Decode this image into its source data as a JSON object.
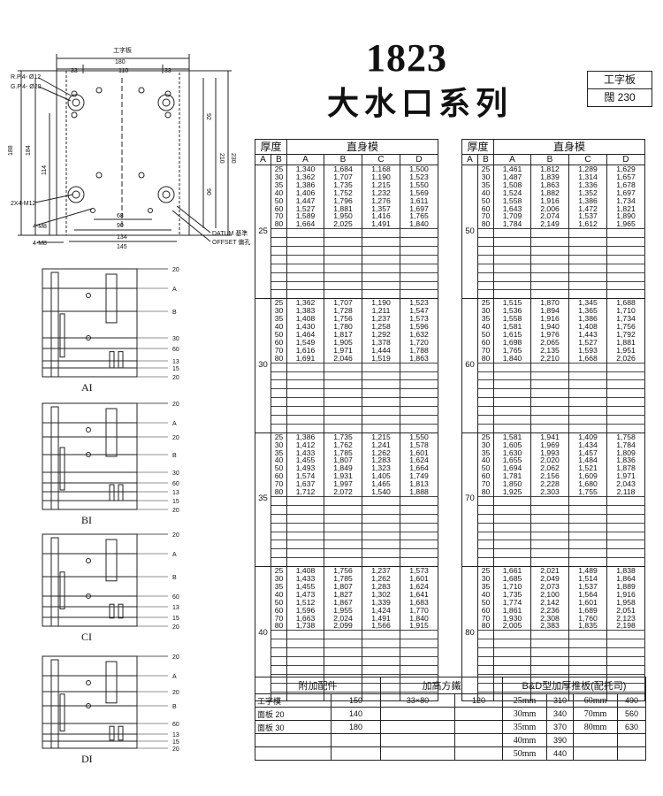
{
  "title": {
    "number": "1823",
    "chinese": "大水口系列"
  },
  "spec_box": {
    "type": "工字板",
    "width_label": "闊 230"
  },
  "plan_drawing": {
    "top_label": "工字板",
    "dims": [
      "180",
      "33",
      "110",
      "33",
      "134",
      "145",
      "90",
      "68",
      "188",
      "184",
      "114",
      "210",
      "230",
      "92",
      "90"
    ],
    "callouts": [
      "R.P.4- Ø12",
      "G.P.4- Ø20",
      "2X4-M12",
      "4-M8",
      "4-M8",
      "DATUM 基準",
      "OFFSET 偏孔"
    ]
  },
  "section_drawings": [
    {
      "name": "AI",
      "labels": [
        "20",
        "A",
        "B",
        "30",
        "60",
        "13",
        "15",
        "20"
      ]
    },
    {
      "name": "BI",
      "labels": [
        "20",
        "A",
        "20",
        "B",
        "30",
        "60",
        "13",
        "15",
        "20"
      ]
    },
    {
      "name": "CI",
      "labels": [
        "20",
        "A",
        "B",
        "60",
        "13",
        "15",
        "20"
      ]
    },
    {
      "name": "DI",
      "labels": [
        "20",
        "A",
        "20",
        "B",
        "60",
        "13",
        "15",
        "20"
      ]
    }
  ],
  "table_headers": {
    "thickness": "厚度",
    "body": "直身模",
    "a": "A",
    "b": "B",
    "cols": [
      "A",
      "B",
      "C",
      "D"
    ]
  },
  "left_table": [
    {
      "a": "25",
      "rows": [
        [
          "25",
          "1,340",
          "1,684",
          "1,168",
          "1,500"
        ],
        [
          "30",
          "1,362",
          "1,707",
          "1,190",
          "1,523"
        ],
        [
          "35",
          "1,386",
          "1,735",
          "1,215",
          "1,550"
        ],
        [
          "40",
          "1,406",
          "1,752",
          "1,232",
          "1,569"
        ],
        [
          "50",
          "1,447",
          "1,796",
          "1,276",
          "1,611"
        ],
        [
          "60",
          "1,527",
          "1,881",
          "1,357",
          "1,697"
        ],
        [
          "70",
          "1,589",
          "1,950",
          "1,416",
          "1,765"
        ],
        [
          "80",
          "1,664",
          "2,025",
          "1,491",
          "1,840"
        ]
      ]
    },
    {
      "a": "30",
      "rows": [
        [
          "25",
          "1,362",
          "1,707",
          "1,190",
          "1,523"
        ],
        [
          "30",
          "1,383",
          "1,728",
          "1,211",
          "1,547"
        ],
        [
          "35",
          "1,408",
          "1,756",
          "1,237",
          "1,573"
        ],
        [
          "40",
          "1,430",
          "1,780",
          "1,258",
          "1,596"
        ],
        [
          "50",
          "1,464",
          "1,817",
          "1,292",
          "1,632"
        ],
        [
          "60",
          "1,549",
          "1,905",
          "1,378",
          "1,720"
        ],
        [
          "70",
          "1,616",
          "1,971",
          "1,444",
          "1,788"
        ],
        [
          "80",
          "1,691",
          "2,046",
          "1,519",
          "1,863"
        ]
      ]
    },
    {
      "a": "35",
      "rows": [
        [
          "25",
          "1,386",
          "1,735",
          "1,215",
          "1,550"
        ],
        [
          "30",
          "1,412",
          "1,762",
          "1,241",
          "1,578"
        ],
        [
          "35",
          "1,433",
          "1,785",
          "1,262",
          "1,601"
        ],
        [
          "40",
          "1,455",
          "1,807",
          "1,283",
          "1,624"
        ],
        [
          "50",
          "1,493",
          "1,849",
          "1,323",
          "1,664"
        ],
        [
          "60",
          "1,574",
          "1,931",
          "1,405",
          "1,749"
        ],
        [
          "70",
          "1,637",
          "1,997",
          "1,465",
          "1,813"
        ],
        [
          "80",
          "1,712",
          "2,072",
          "1,540",
          "1,888"
        ]
      ]
    },
    {
      "a": "40",
      "rows": [
        [
          "25",
          "1,408",
          "1,756",
          "1,237",
          "1,573"
        ],
        [
          "30",
          "1,433",
          "1,785",
          "1,262",
          "1,601"
        ],
        [
          "35",
          "1,455",
          "1,807",
          "1,283",
          "1,624"
        ],
        [
          "40",
          "1,473",
          "1,827",
          "1,302",
          "1,641"
        ],
        [
          "50",
          "1,512",
          "1,867",
          "1,339",
          "1,683"
        ],
        [
          "60",
          "1,596",
          "1,955",
          "1,424",
          "1,770"
        ],
        [
          "70",
          "1,663",
          "2,024",
          "1,491",
          "1,840"
        ],
        [
          "80",
          "1,738",
          "2,099",
          "1,566",
          "1,915"
        ]
      ]
    }
  ],
  "right_table": [
    {
      "a": "50",
      "rows": [
        [
          "25",
          "1,461",
          "1,812",
          "1,289",
          "1,629"
        ],
        [
          "30",
          "1,487",
          "1,839",
          "1,314",
          "1,657"
        ],
        [
          "35",
          "1,508",
          "1,863",
          "1,336",
          "1,678"
        ],
        [
          "40",
          "1,524",
          "1,882",
          "1,352",
          "1,697"
        ],
        [
          "50",
          "1,558",
          "1,916",
          "1,386",
          "1,734"
        ],
        [
          "60",
          "1,643",
          "2,006",
          "1,472",
          "1,821"
        ],
        [
          "70",
          "1,709",
          "2,074",
          "1,537",
          "1,890"
        ],
        [
          "80",
          "1,784",
          "2,149",
          "1,612",
          "1,965"
        ]
      ]
    },
    {
      "a": "60",
      "rows": [
        [
          "25",
          "1,515",
          "1,870",
          "1,345",
          "1,688"
        ],
        [
          "30",
          "1,536",
          "1,894",
          "1,365",
          "1,710"
        ],
        [
          "35",
          "1,558",
          "1,916",
          "1,386",
          "1,734"
        ],
        [
          "40",
          "1,581",
          "1,940",
          "1,408",
          "1,756"
        ],
        [
          "50",
          "1,615",
          "1,976",
          "1,443",
          "1,792"
        ],
        [
          "60",
          "1,698",
          "2,065",
          "1,527",
          "1,881"
        ],
        [
          "70",
          "1,765",
          "2,135",
          "1,593",
          "1,951"
        ],
        [
          "80",
          "1,840",
          "2,210",
          "1,668",
          "2,026"
        ]
      ]
    },
    {
      "a": "70",
      "rows": [
        [
          "25",
          "1,581",
          "1,941",
          "1,409",
          "1,758"
        ],
        [
          "30",
          "1,605",
          "1,969",
          "1,434",
          "1,784"
        ],
        [
          "35",
          "1,630",
          "1,993",
          "1,457",
          "1,809"
        ],
        [
          "40",
          "1,655",
          "2,020",
          "1,484",
          "1,836"
        ],
        [
          "50",
          "1,694",
          "2,062",
          "1,521",
          "1,878"
        ],
        [
          "60",
          "1,781",
          "2,156",
          "1,609",
          "1,971"
        ],
        [
          "70",
          "1,850",
          "2,228",
          "1,680",
          "2,043"
        ],
        [
          "80",
          "1,925",
          "2,303",
          "1,755",
          "2,118"
        ]
      ]
    },
    {
      "a": "80",
      "rows": [
        [
          "25",
          "1,661",
          "2,021",
          "1,489",
          "1,838"
        ],
        [
          "30",
          "1,685",
          "2,049",
          "1,514",
          "1,864"
        ],
        [
          "35",
          "1,710",
          "2,073",
          "1,537",
          "1,889"
        ],
        [
          "40",
          "1,735",
          "2,100",
          "1,564",
          "1,916"
        ],
        [
          "50",
          "1,774",
          "2,142",
          "1,601",
          "1,958"
        ],
        [
          "60",
          "1,861",
          "2,236",
          "1,689",
          "2,051"
        ],
        [
          "70",
          "1,930",
          "2,308",
          "1,760",
          "2,123"
        ],
        [
          "80",
          "2,005",
          "2,383",
          "1,835",
          "2,198"
        ]
      ]
    }
  ],
  "footer": {
    "accessories_title": "附加配件",
    "accessories": [
      [
        "工字模",
        "150"
      ],
      [
        "面板 20",
        "140"
      ],
      [
        "面板 30",
        "180"
      ]
    ],
    "raise_title": "加高方鐵",
    "raise": {
      "size": "33×80",
      "price": "120"
    },
    "bd_title": "B&D型加厚推板(配托司)",
    "bd": [
      [
        "25mm",
        "310",
        "60mm",
        "490"
      ],
      [
        "30mm",
        "340",
        "70mm",
        "560"
      ],
      [
        "35mm",
        "370",
        "80mm",
        "630"
      ],
      [
        "40mm",
        "390",
        "",
        ""
      ],
      [
        "50mm",
        "440",
        "",
        ""
      ]
    ]
  }
}
